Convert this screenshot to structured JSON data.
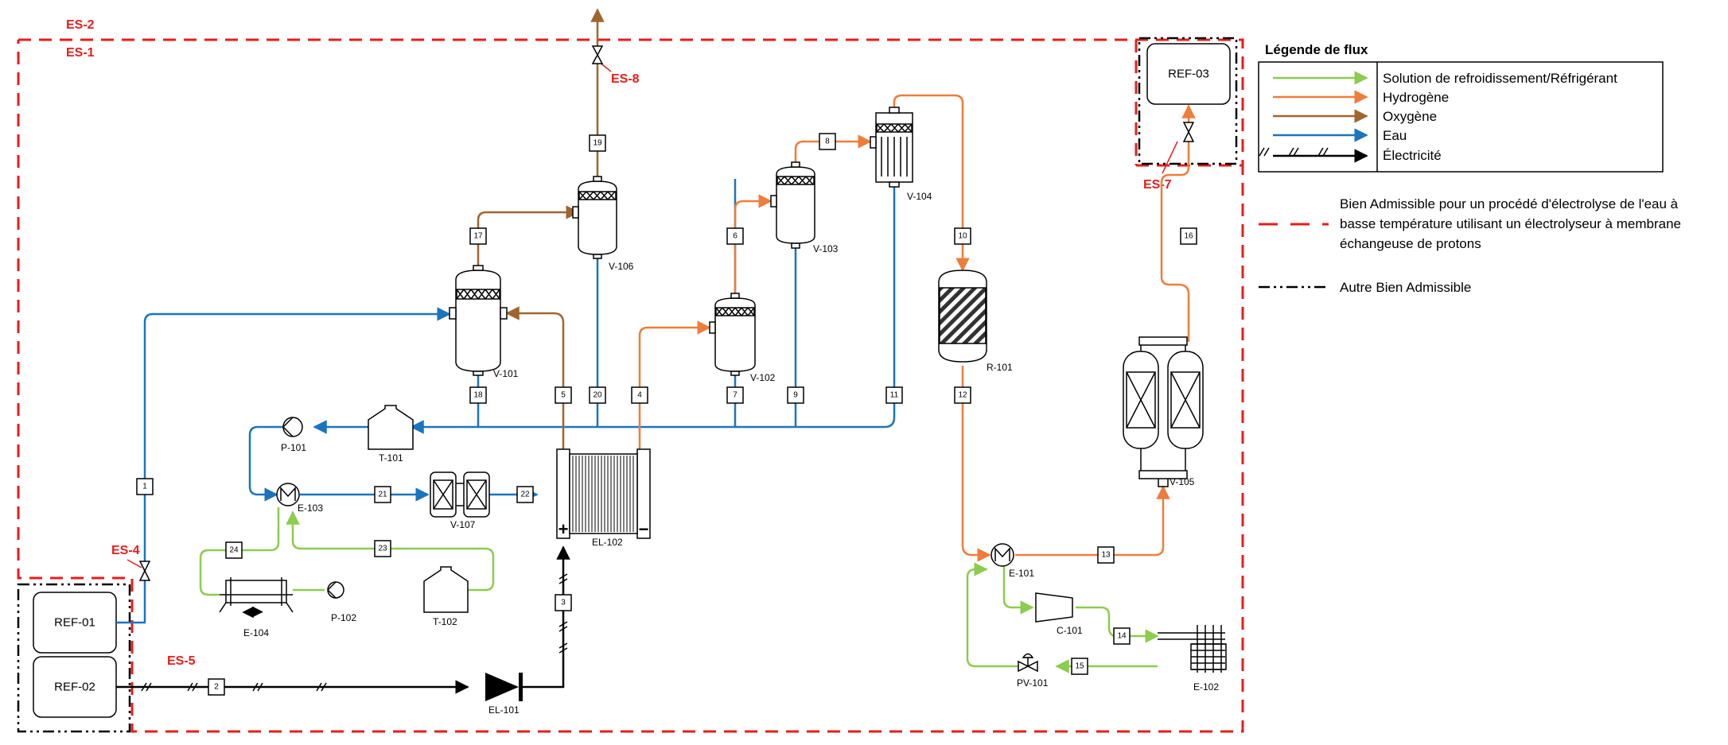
{
  "colors": {
    "refrigerant": "#8ccc4e",
    "hydrogen": "#ef7d3a",
    "oxygen": "#a0652f",
    "water": "#1a75bd",
    "electricity": "#000000",
    "boundary_red": "#e81c1c",
    "boundary_black": "#000000"
  },
  "es_labels": {
    "es1": "ES-1",
    "es2": "ES-2",
    "es4": "ES-4",
    "es5": "ES-5",
    "es7": "ES-7",
    "es8": "ES-8"
  },
  "refs": {
    "ref01": "REF-01",
    "ref02": "REF-02",
    "ref03": "REF-03"
  },
  "equipment": {
    "v101": "V-101",
    "v102": "V-102",
    "v103": "V-103",
    "v104": "V-104",
    "v105": "V-105",
    "v106": "V-106",
    "v107": "V-107",
    "r101": "R-101",
    "t101": "T-101",
    "t102": "T-102",
    "p101": "P-101",
    "p102": "P-102",
    "e101": "E-101",
    "e102": "E-102",
    "e103": "E-103",
    "e104": "E-104",
    "el101": "EL-101",
    "el102": "EL-102",
    "c101": "C-101",
    "pv101": "PV-101",
    "plus": "+",
    "minus": "−"
  },
  "streams": [
    "1",
    "2",
    "3",
    "4",
    "5",
    "6",
    "7",
    "8",
    "9",
    "10",
    "11",
    "12",
    "13",
    "14",
    "15",
    "16",
    "17",
    "18",
    "19",
    "20",
    "21",
    "22",
    "23",
    "24"
  ],
  "legend": {
    "title": "Légende de flux",
    "items": [
      "Solution de refroidissement/Réfrigérant",
      "Hydrogène",
      "Oxygène",
      "Eau",
      "Électricité"
    ],
    "boundary_red_lines": [
      "Bien Admissible pour un procédé d'électrolyse de l'eau à",
      "basse température utilisant un électrolyseur à membrane",
      "échangeuse de protons"
    ],
    "boundary_black": "Autre Bien Admissible"
  }
}
